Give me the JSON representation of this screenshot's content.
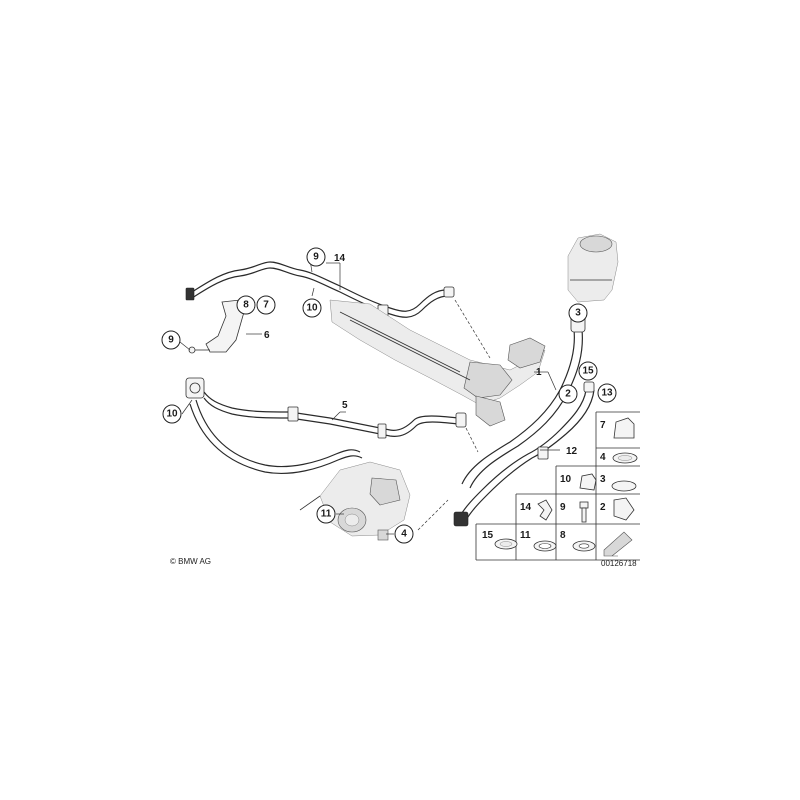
{
  "callouts": [
    {
      "id": "c1",
      "num": "1"
    },
    {
      "id": "c2",
      "num": "2"
    },
    {
      "id": "c3",
      "num": "3"
    },
    {
      "id": "c4",
      "num": "4"
    },
    {
      "id": "c5",
      "num": "5"
    },
    {
      "id": "c6",
      "num": "6"
    },
    {
      "id": "c7",
      "num": "7"
    },
    {
      "id": "c8",
      "num": "8"
    },
    {
      "id": "c9a",
      "num": "9"
    },
    {
      "id": "c9b",
      "num": "9"
    },
    {
      "id": "c10a",
      "num": "10"
    },
    {
      "id": "c10b",
      "num": "10"
    },
    {
      "id": "c11",
      "num": "11"
    },
    {
      "id": "c12",
      "num": "12"
    },
    {
      "id": "c13",
      "num": "13"
    },
    {
      "id": "c14",
      "num": "14"
    },
    {
      "id": "c15",
      "num": "15"
    }
  ],
  "grid": [
    {
      "num": "7"
    },
    {
      "num": "4"
    },
    {
      "num": "10"
    },
    {
      "num": "3"
    },
    {
      "num": "14"
    },
    {
      "num": "9"
    },
    {
      "num": "2"
    },
    {
      "num": "15"
    },
    {
      "num": "11"
    },
    {
      "num": "8"
    }
  ],
  "footer": {
    "copyright": "© BMW AG",
    "code": "00126718"
  }
}
